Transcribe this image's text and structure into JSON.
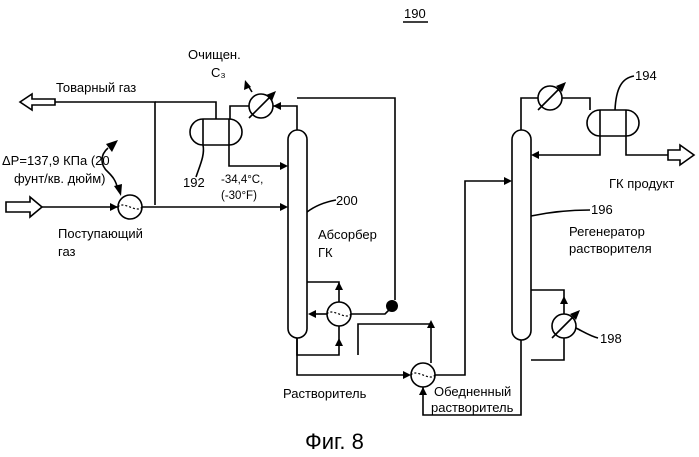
{
  "figure": {
    "number": "190",
    "caption": "Фиг. 8"
  },
  "labels": {
    "product_gas": "Товарный газ",
    "purified_line1": "Очищен.",
    "purified_line2": "C₃",
    "dp_line1": "ΔP=137,9 КПа (20",
    "dp_line2": "фунт/кв. дюйм)",
    "feed_line1": "Поступающий",
    "feed_line2": "газ",
    "ref_192": "192",
    "temp_line1": "-34,4°C,",
    "temp_line2": "(-30°F)",
    "ref_200": "200",
    "absorber_line1": "Абсорбер",
    "absorber_line2": "ГК",
    "solvent": "Растворитель",
    "lean_line1": "Обедненный",
    "lean_line2": "растворитель",
    "ref_194": "194",
    "ngl_product": "ГК продукт",
    "ref_196": "196",
    "regen_line1": "Регенератор",
    "regen_line2": "растворителя",
    "ref_198": "198"
  }
}
